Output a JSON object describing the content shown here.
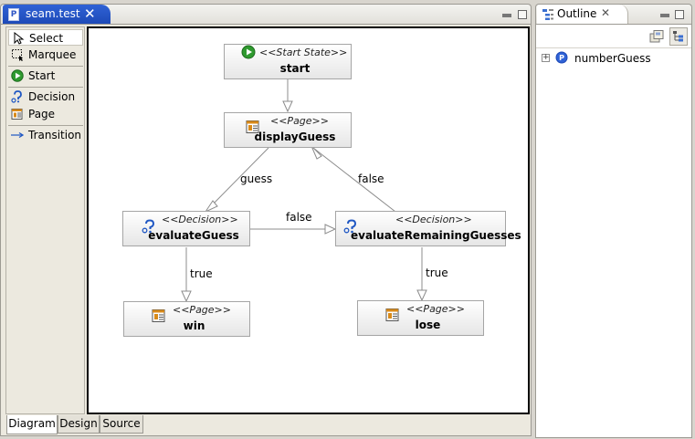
{
  "editor": {
    "tab_label": "seam.test",
    "tab_icon": "P",
    "close_glyph": "✕"
  },
  "palette": {
    "items": [
      {
        "label": "Select",
        "icon": "arrow-cursor-icon"
      },
      {
        "label": "Marquee",
        "icon": "marquee-icon"
      },
      {
        "label": "Start",
        "icon": "start-state-icon"
      },
      {
        "label": "Decision",
        "icon": "decision-icon"
      },
      {
        "label": "Page",
        "icon": "page-icon"
      },
      {
        "label": "Transition",
        "icon": "transition-arrow-icon"
      }
    ]
  },
  "diagram": {
    "nodes": {
      "start": {
        "stereotype": "<<Start State>>",
        "name": "start"
      },
      "displayGuess": {
        "stereotype": "<<Page>>",
        "name": "displayGuess"
      },
      "evaluateGuess": {
        "stereotype": "<<Decision>>",
        "name": "evaluateGuess"
      },
      "evaluateRemainingGuesses": {
        "stereotype": "<<Decision>>",
        "name": "evaluateRemainingGuesses"
      },
      "win": {
        "stereotype": "<<Page>>",
        "name": "win"
      },
      "lose": {
        "stereotype": "<<Page>>",
        "name": "lose"
      }
    },
    "edges": {
      "guess": "guess",
      "false_back": "false",
      "false_right": "false",
      "true_win": "true",
      "true_lose": "true"
    }
  },
  "bottom_tabs": [
    "Diagram",
    "Design",
    "Source"
  ],
  "outline": {
    "tab_label": "Outline",
    "close_glyph": "✕",
    "tree": [
      {
        "label": "numberGuess",
        "icon": "process-icon",
        "expander": "+"
      }
    ]
  },
  "colors": {
    "active_tab": "#2f62d6",
    "start_green": "#2f9a2f",
    "decision_blue": "#1f57c3",
    "page_orange": "#d88a1a"
  }
}
